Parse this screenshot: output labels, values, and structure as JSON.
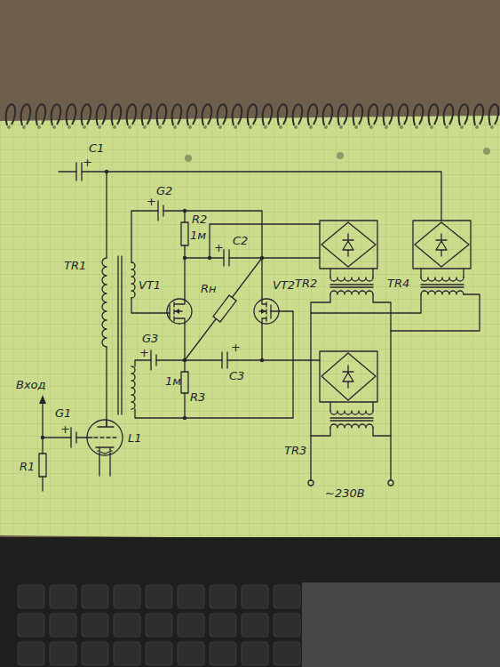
{
  "diagram": {
    "labels": [
      "C1",
      "+",
      "G2",
      "+",
      "R2",
      "1м",
      "C2",
      "+",
      "TR1",
      "VT1",
      "Rн",
      "VT2",
      "TR2",
      "TR4",
      "G3",
      "+",
      "C3",
      "+",
      "1м",
      "R3",
      "Вход",
      "+",
      "G1",
      "R1",
      "L1",
      "TR3",
      "~230В"
    ]
  }
}
